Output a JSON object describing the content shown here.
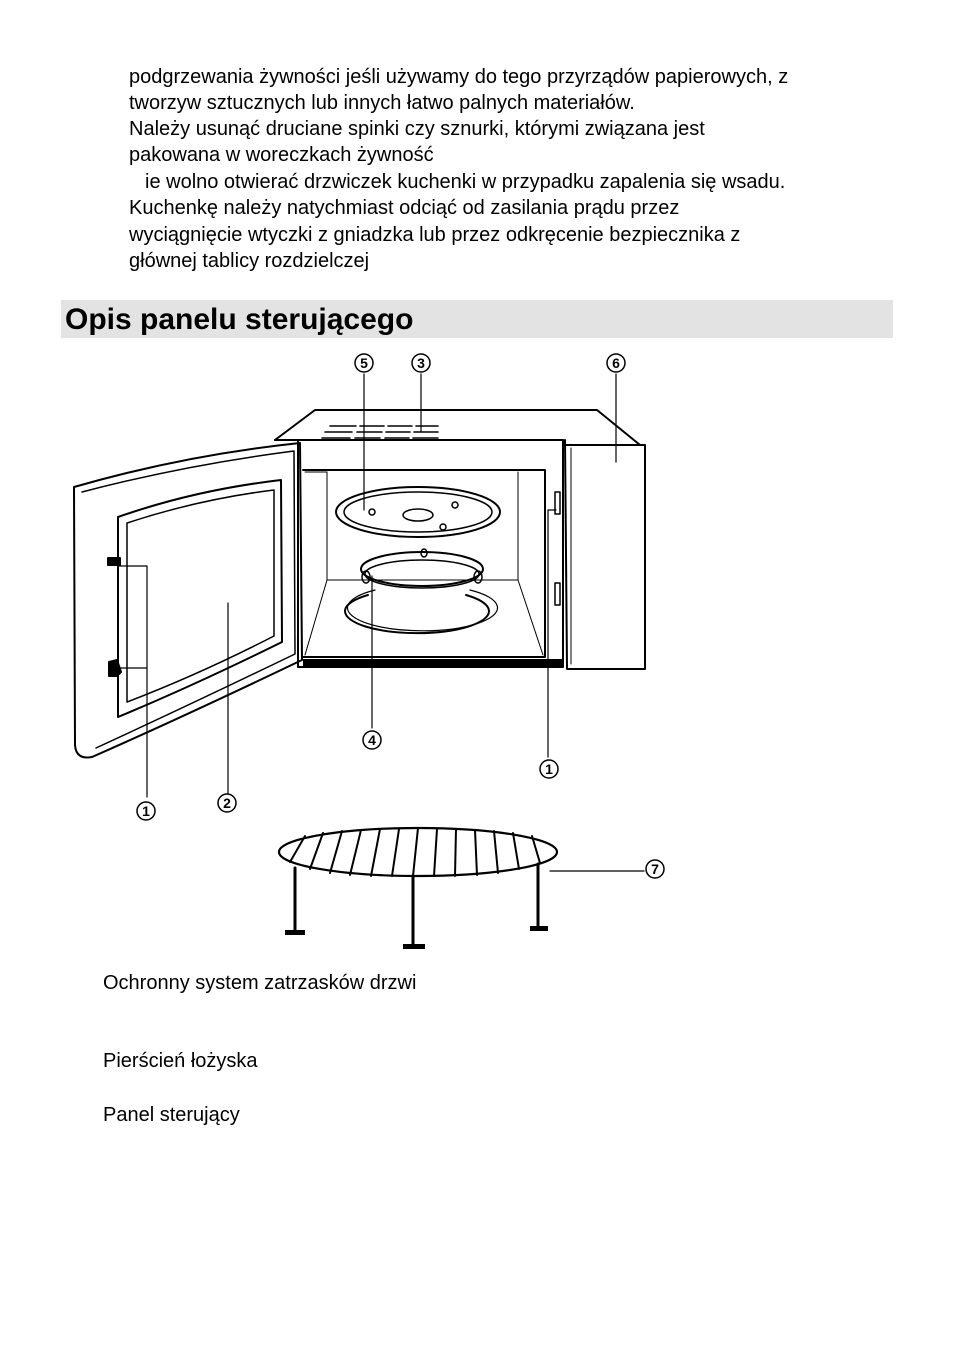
{
  "intro": {
    "p1": [
      "podgrzewania żywności jeśli używamy do tego przyrządów papierowych, z",
      "tworzyw sztucznych lub innych łatwo palnych materiałów."
    ],
    "p2": [
      "Należy usunąć druciane spinki czy sznurki, którymi związana jest",
      "pakowana w woreczkach żywność"
    ],
    "p3": [
      "ie wolno otwierać drzwiczek kuchenki w przypadku zapalenia się wsadu.",
      "Kuchenkę należy natychmiast odciąć od zasilania prądu przez",
      "wyciągnięcie wtyczki z gniadzka lub przez odkręcenie bezpiecznika z",
      "głównej tablicy rozdzielczej"
    ]
  },
  "section": {
    "title": "Opis panelu sterującego"
  },
  "diagram": {
    "callouts": {
      "c1_left": "1",
      "c1_right": "1",
      "c2": "2",
      "c3": "3",
      "c4": "4",
      "c5": "5",
      "c6": "6",
      "c7": "7"
    }
  },
  "parts": {
    "item_a": "Ochronny system zatrzasków drzwi",
    "item_b": "Pierścień łożyska",
    "item_c": "Panel sterujący"
  }
}
